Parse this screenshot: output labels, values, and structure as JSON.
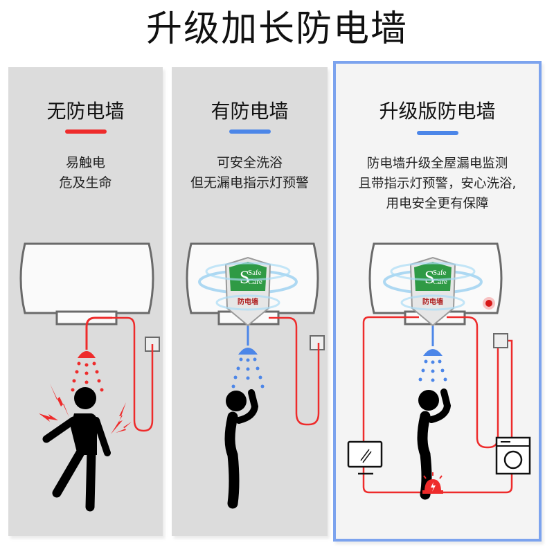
{
  "page": {
    "title": "升级加长防电墙"
  },
  "colors": {
    "red": "#ee2b2b",
    "blue": "#4c86e8",
    "panel_highlight_border": "#7ca3ee",
    "shield_green": "#2f9a45"
  },
  "panels": [
    {
      "title": "无防电墙",
      "accent": "red",
      "desc_lines": [
        "易触电",
        "危及生命"
      ],
      "illustration": {
        "heater": "water-heater-icon",
        "shower": "shower-head-icon",
        "person": "electrocuted-person-icon",
        "effect": "lightning-bolt-icon"
      }
    },
    {
      "title": "有防电墙",
      "accent": "blue",
      "desc_lines": [
        "可安全洗浴",
        "但无漏电指示灯预警"
      ],
      "illustration": {
        "heater": "water-heater-icon",
        "shield": "safe-care-shield-icon",
        "shower": "shower-head-icon",
        "person": "showering-person-icon"
      }
    },
    {
      "title": "升级版防电墙",
      "accent": "blue",
      "desc_lines": [
        "防电墙升级全屋漏电监测",
        "且带指示灯预警，安心洗浴,",
        "用电安全更有保障"
      ],
      "illustration": {
        "heater": "water-heater-icon",
        "shield": "safe-care-shield-icon",
        "indicator": "red-indicator-light-icon",
        "shower": "shower-head-icon",
        "person": "showering-person-icon",
        "appliances": [
          "tv-monitor-icon",
          "washing-machine-icon"
        ],
        "alarm": "alarm-siren-icon"
      }
    }
  ],
  "shield": {
    "line1": "Safe",
    "line2": "Care",
    "cn_label": "防电墙"
  }
}
